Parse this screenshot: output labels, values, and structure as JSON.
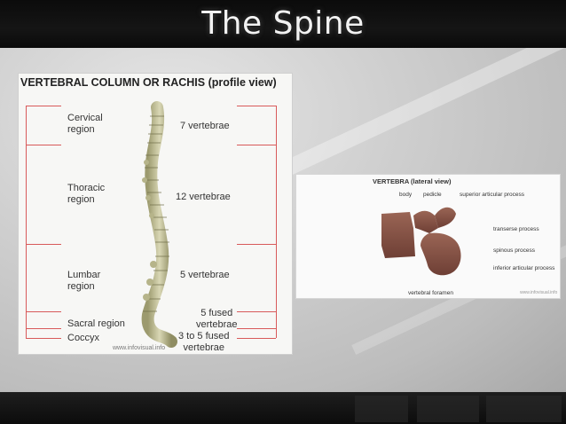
{
  "slide": {
    "title": "The Spine"
  },
  "spine_figure": {
    "title": "VERTEBRAL COLUMN OR RACHIS (profile view)",
    "regions": [
      {
        "name": "Cervical region",
        "line1": "Cervical",
        "line2": "region",
        "count": "7 vertebrae"
      },
      {
        "name": "Thoracic region",
        "line1": "Thoracic",
        "line2": "region",
        "count": "12 vertebrae"
      },
      {
        "name": "Lumbar region",
        "line1": "Lumbar",
        "line2": "region",
        "count": "5 vertebrae"
      },
      {
        "name": "Sacral region",
        "line1": "Sacral region",
        "count_line1": "5 fused",
        "count_line2": "vertebrae"
      },
      {
        "name": "Coccyx",
        "line1": "Coccyx",
        "count_line1": "3 to 5 fused",
        "count_line2": "vertebrae"
      }
    ],
    "watermark": "www.infovisual.info"
  },
  "vertebra_figure": {
    "title": "VERTEBRA (lateral view)",
    "labels": {
      "body": "body",
      "pedicle": "pedicle",
      "superior_articular": "superior articular process",
      "transverse": "transerse process",
      "spinous": "spinous process",
      "inferior_articular": "inferior articular process",
      "foramen": "vertebral foramen"
    },
    "watermark": "www.infovisual.info"
  },
  "colors": {
    "bracket": "#d85a5a",
    "bone": "#c9c7a0",
    "vertebra": "#8a5548"
  }
}
